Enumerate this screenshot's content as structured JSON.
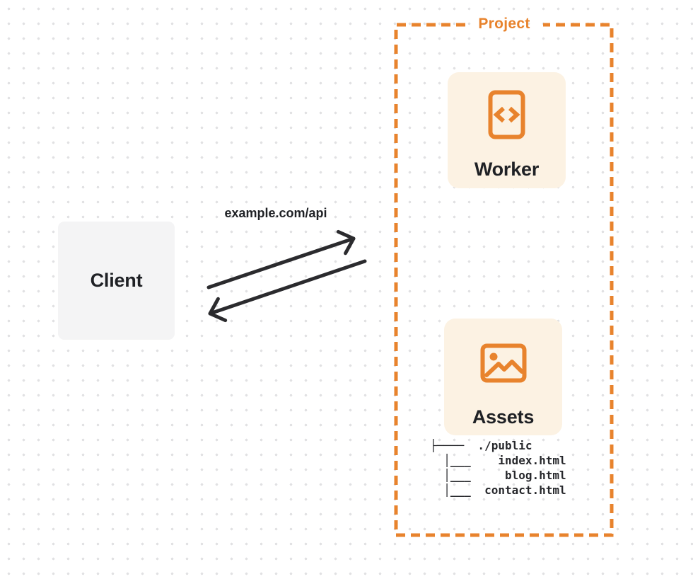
{
  "theme": {
    "accent": "#E8832D",
    "card-bg": "#FCF2E3",
    "client-bg": "#F4F4F5",
    "ink": "#1F2125",
    "arrow": "#2B2B2E",
    "dot": "#E1E1E3",
    "bg": "#FFFFFF"
  },
  "diagram": {
    "project": {
      "label": "Project"
    },
    "client": {
      "label": "Client"
    },
    "request": {
      "label": "example.com/api"
    },
    "worker": {
      "label": "Worker",
      "icon": "code-document-icon"
    },
    "assets": {
      "label": "Assets",
      "icon": "image-icon"
    },
    "file_tree": {
      "lines": [
        "├────  ./public",
        "  │___    index.html",
        "  │___     blog.html",
        "  │___  contact.html"
      ]
    }
  }
}
